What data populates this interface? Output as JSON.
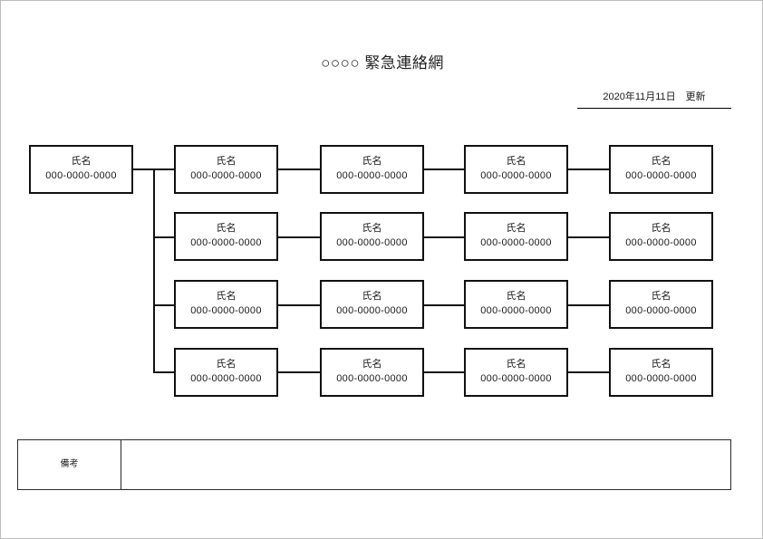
{
  "document": {
    "title": "○○○○ 緊急連絡網",
    "date_line": "2020年11月11日　更新"
  },
  "tree": {
    "root": {
      "name": "氏名",
      "phone": "000-0000-0000"
    },
    "rows": [
      {
        "nodes": [
          {
            "name": "氏名",
            "phone": "000-0000-0000"
          },
          {
            "name": "氏名",
            "phone": "000-0000-0000"
          },
          {
            "name": "氏名",
            "phone": "000-0000-0000"
          },
          {
            "name": "氏名",
            "phone": "000-0000-0000"
          }
        ]
      },
      {
        "nodes": [
          {
            "name": "氏名",
            "phone": "000-0000-0000"
          },
          {
            "name": "氏名",
            "phone": "000-0000-0000"
          },
          {
            "name": "氏名",
            "phone": "000-0000-0000"
          },
          {
            "name": "氏名",
            "phone": "000-0000-0000"
          }
        ]
      },
      {
        "nodes": [
          {
            "name": "氏名",
            "phone": "000-0000-0000"
          },
          {
            "name": "氏名",
            "phone": "000-0000-0000"
          },
          {
            "name": "氏名",
            "phone": "000-0000-0000"
          },
          {
            "name": "氏名",
            "phone": "000-0000-0000"
          }
        ]
      },
      {
        "nodes": [
          {
            "name": "氏名",
            "phone": "000-0000-0000"
          },
          {
            "name": "氏名",
            "phone": "000-0000-0000"
          },
          {
            "name": "氏名",
            "phone": "000-0000-0000"
          },
          {
            "name": "氏名",
            "phone": "000-0000-0000"
          }
        ]
      }
    ]
  },
  "remarks": {
    "label": "備考",
    "value": ""
  },
  "colors": {
    "line": "#111111",
    "text": "#1a1a1a",
    "page_border": "#bcbcbc",
    "table_border": "#2a2a2a"
  }
}
